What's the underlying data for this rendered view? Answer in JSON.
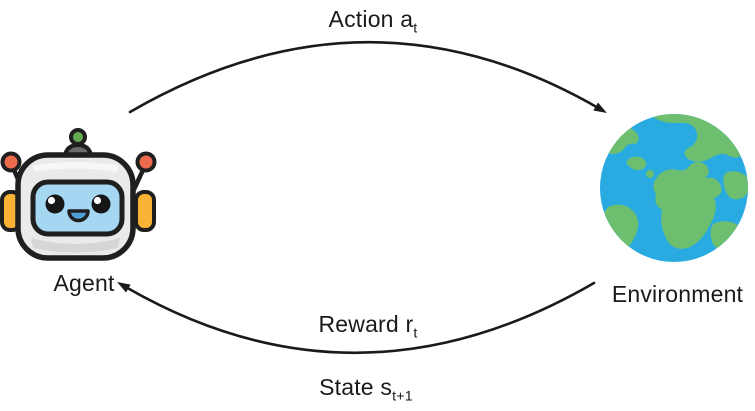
{
  "diagram": {
    "kind": "agent-environment-loop"
  },
  "nodes": {
    "agent": {
      "label": "Agent",
      "icon": "robot-icon"
    },
    "environment": {
      "label": "Environment",
      "icon": "earth-icon"
    }
  },
  "edges": {
    "action": {
      "text": "Action a",
      "sub": "t",
      "from": "Agent",
      "to": "Environment"
    },
    "reward": {
      "text": "Reward r",
      "sub": "t",
      "from": "Environment",
      "to": "Agent"
    },
    "state": {
      "text": "State s",
      "sub": "t+1",
      "from": "Environment",
      "to": "Agent"
    }
  },
  "colors": {
    "background": "#ffffff",
    "text": "#1a1a1a",
    "arrow": "#1a1a1a",
    "outline": "#1f1f1f",
    "robot_head": "#eaeaea",
    "robot_head_highlight": "#f7f7f7",
    "robot_head_shadow": "#d6d6d6",
    "robot_face": "#a5d6f2",
    "robot_mouth": "#4d9fd6",
    "robot_ear": "#f9b234",
    "robot_antenna_ball": "#ee6a4d",
    "robot_antenna_top": "#63ab53",
    "robot_antenna_base": "#6b6b6b",
    "eye_black": "#161616",
    "eye_white": "#ffffff",
    "globe_ocean": "#29abe2",
    "globe_land": "#6dbf6f"
  }
}
